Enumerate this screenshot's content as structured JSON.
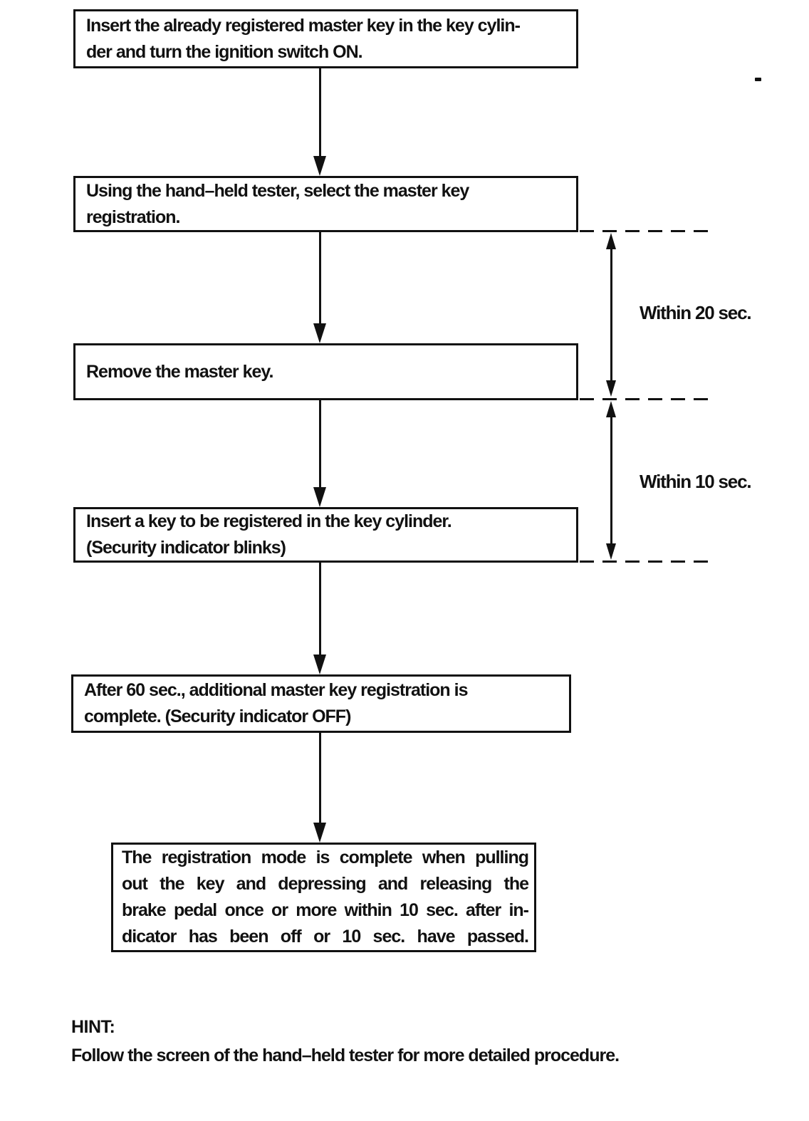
{
  "page": {
    "ink_color": "#111111",
    "background_color": "#ffffff"
  },
  "flowchart": {
    "steps": [
      {
        "text": "Insert the already registered master key in the key cylin-\nder and turn the ignition switch ON."
      },
      {
        "text": "Using the hand–held tester, select the master key\nregistration."
      },
      {
        "text": "Remove the master key."
      },
      {
        "text": "Insert a key to be registered in the key cylinder.\n(Security indicator blinks)"
      },
      {
        "text": "After 60 sec., additional master key registration is\ncomplete. (Security indicator OFF)"
      },
      {
        "text": "The registration mode is complete when pulling\nout the key and depressing and releasing the\nbrake pedal once or more within 10 sec. after in-\ndicator has been off or 10 sec. have passed."
      }
    ],
    "timing_labels": [
      {
        "text": "Within 20 sec."
      },
      {
        "text": "Within 10 sec."
      }
    ]
  },
  "hint": {
    "title": "HINT:",
    "body": "Follow the screen of the hand–held tester for more detailed procedure."
  }
}
